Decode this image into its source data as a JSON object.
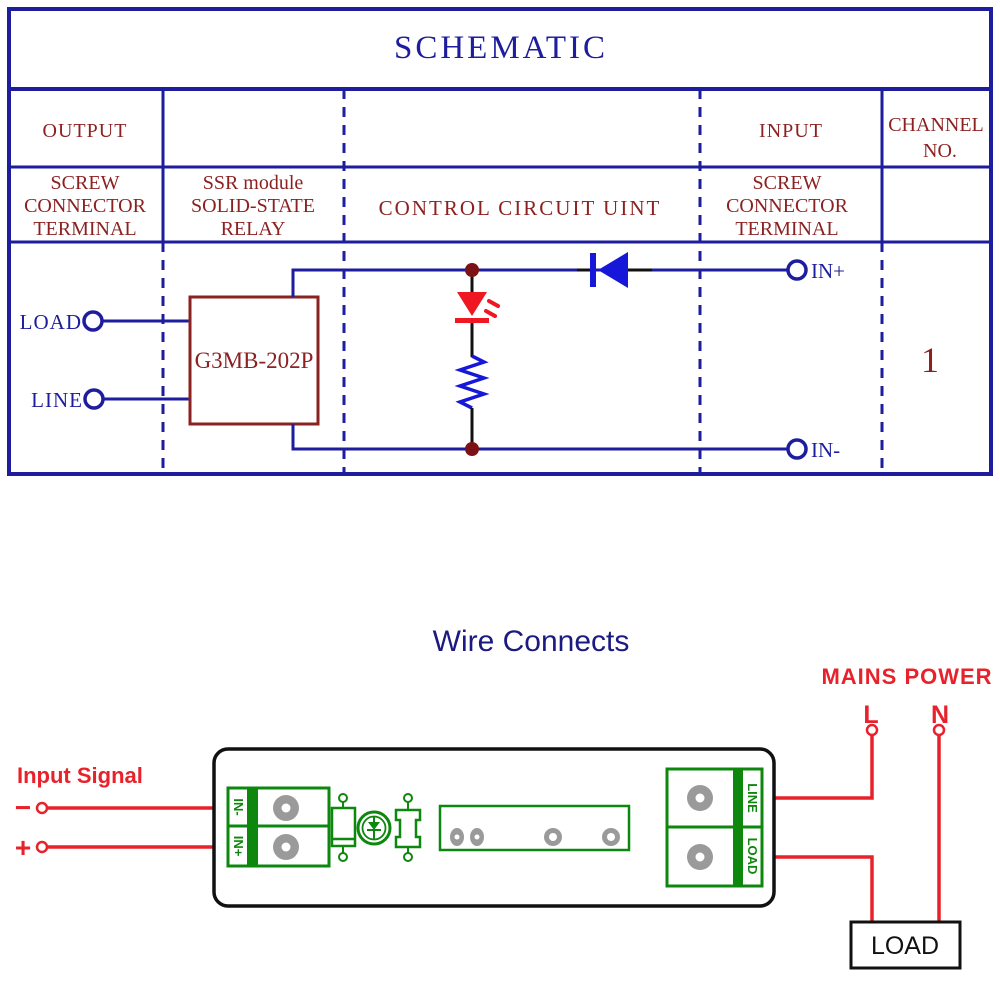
{
  "schematic_table": {
    "title": "SCHEMATIC",
    "header": {
      "output": "OUTPUT",
      "input": "INPUT",
      "channel_line1": "CHANNEL",
      "channel_line2": "NO."
    },
    "subheader": {
      "output_terminal": [
        "SCREW",
        "CONNECTOR",
        "TERMINAL"
      ],
      "ssr_module": [
        "SSR module",
        "SOLID-STATE",
        "RELAY"
      ],
      "control_unit": "CONTROL CIRCUIT UINT",
      "input_terminal": [
        "SCREW",
        "CONNECTOR",
        "TERMINAL"
      ]
    },
    "circuit": {
      "load_label": "LOAD",
      "line_label": "LINE",
      "relay_part_number": "G3MB-202P",
      "in_plus_label": "IN+",
      "in_minus_label": "IN-",
      "channel_number": "1"
    }
  },
  "wire_connects": {
    "title": "Wire Connects",
    "input_signal_label": "Input Signal",
    "minus_symbol": "−",
    "plus_symbol": "+",
    "mains_power_label": "MAINS POWER",
    "line_terminal": "L",
    "neutral_terminal": "N",
    "module_left_block": {
      "top": "IN-",
      "bottom": "IN+"
    },
    "module_right_block": {
      "top": "LINE",
      "bottom": "LOAD"
    },
    "load_box_label": "LOAD"
  },
  "colors": {
    "table_line_navy": "#1d1d9e",
    "schematic_text_maroon": "#8b2121",
    "title_blue": "#1a1a80",
    "junction_dot_dark_red": "#7a1216",
    "led_red": "#ee1722",
    "wire_red": "#e8222b",
    "component_blue": "#1717d9",
    "pcb_green": "#0e870e",
    "pad_gray": "#9a9a9a",
    "outline_black": "#111111"
  }
}
